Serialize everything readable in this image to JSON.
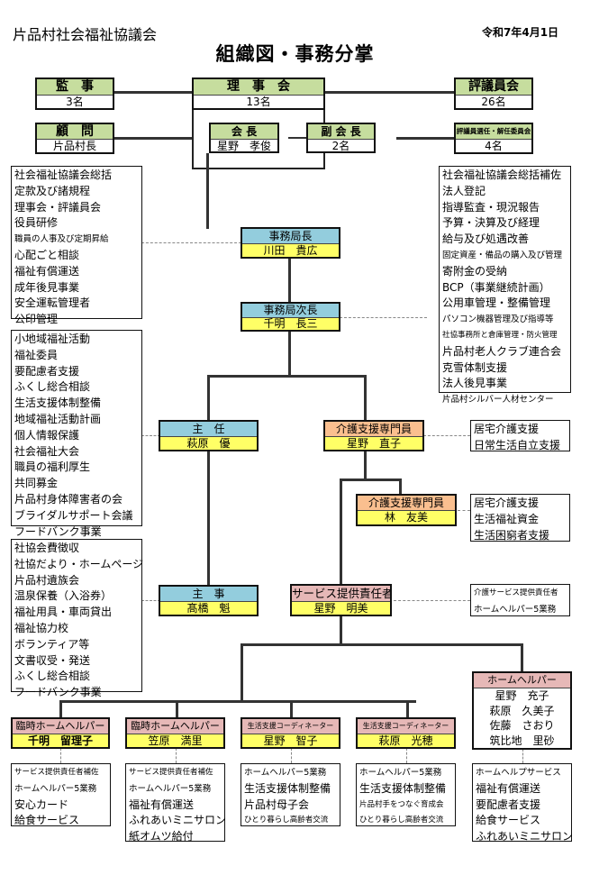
{
  "header": {
    "organization": "片品村社会福祉協議会",
    "date": "令和7年4月1日",
    "title": "組織図・事務分掌"
  },
  "colors": {
    "board": "#c6dd9e",
    "office_title": "#93cddd",
    "care_title": "#fabf8f",
    "helper_title": "#e6b8b7",
    "name_fill": "#ffff66"
  },
  "top": {
    "auditor": {
      "title": "監　事",
      "value": "3名"
    },
    "board": {
      "title": "理　事　会",
      "value": "13名"
    },
    "councilors": {
      "title": "評議員会",
      "value": "26名"
    },
    "advisor": {
      "title": "顧　問",
      "value": "片品村長"
    },
    "chairman": {
      "title": "会 長",
      "value": "星野　孝俊"
    },
    "vice_chairman": {
      "title": "副 会 長",
      "value": "2名"
    },
    "selection_committee": {
      "title": "評議員選任・解任委員会",
      "value": "4名"
    }
  },
  "staff": {
    "director": {
      "title": "事務局長",
      "name": "川田　貴広"
    },
    "deputy": {
      "title": "事務局次長",
      "name": "千明　長三"
    },
    "chief": {
      "title": "主　任",
      "name": "萩原　優"
    },
    "care_manager1": {
      "title": "介護支援専門員",
      "name": "星野　直子"
    },
    "care_manager2": {
      "title": "介護支援専門員",
      "name": "林　友美"
    },
    "clerk": {
      "title": "主　事",
      "name": "髙橋　魁"
    },
    "service_lead": {
      "title": "サービス提供責任者",
      "name": "星野　明美"
    },
    "temp_helper1": {
      "title": "臨時ホームヘルパー",
      "name": "千明　留理子"
    },
    "temp_helper2": {
      "title": "臨時ホームヘルパー",
      "name": "笠原　満里"
    },
    "coordinator1": {
      "title": "生活支援コーディネーター",
      "name": "星野　智子"
    },
    "coordinator2": {
      "title": "生活支援コーディネーター",
      "name": "萩原　光穂"
    },
    "home_helpers": {
      "title": "ホームヘルパー",
      "names": [
        "星野　充子",
        "萩原　久美子",
        "佐藤　さおり",
        "筑比地　里砂"
      ]
    }
  },
  "duties": {
    "director": [
      "社会福祉協議会総括",
      "定款及び諸規程",
      "理事会・評議員会",
      "役員研修",
      "職員の人事及び定期昇給",
      "心配ごと相談",
      "福祉有償運送",
      "成年後見事業",
      "安全運転管理者",
      "公印管理"
    ],
    "deputy": [
      "社会福祉協議会総括補佐",
      "法人登記",
      "指導監査・現況報告",
      "予算・決算及び経理",
      "給与及び処遇改善",
      "固定資産・備品の購入及び管理",
      "寄附金の受納",
      "BCP（事業継続計画）",
      "公用車管理・整備管理",
      "パソコン機器管理及び指導等",
      "社協事務所と倉庫管理・防火管理",
      "片品村老人クラブ連合会",
      "克雪体制支援",
      "法人後見事業",
      "片品村シルバー人材センター"
    ],
    "chief": [
      "小地域福祉活動",
      "福祉委員",
      "要配慮者支援",
      "ふくし総合相談",
      "生活支援体制整備",
      "地域福祉活動計画",
      "個人情報保護",
      "社会福祉大会",
      "職員の福利厚生",
      "共同募金",
      "片品村身体障害者の会",
      "ブライダルサポート会議",
      "フードバンク事業"
    ],
    "care_manager1": [
      "居宅介護支援",
      "日常生活自立支援"
    ],
    "care_manager2": [
      "居宅介護支援",
      "生活福祉資金",
      "生活困窮者支援"
    ],
    "clerk": [
      "社協会費徴収",
      "社協だより・ホームページ",
      "片品村遺族会",
      "温泉保養（入浴券）",
      "福祉用具・車両貸出",
      "福祉協力校",
      "ボランティア等",
      "文書収受・発送",
      "ふくし総合相談",
      "フードバンク事業"
    ],
    "service_lead": [
      "介護サービス提供責任者",
      "ホームヘルパー5業務"
    ],
    "temp_helper1": [
      "サービス提供責任者補佐",
      "ホームヘルパー5業務",
      "安心カード",
      "給食サービス"
    ],
    "temp_helper2": [
      "サービス提供責任者補佐",
      "ホームヘルパー5業務",
      "福祉有償運送",
      "ふれあいミニサロン",
      "紙オムツ給付"
    ],
    "coordinator1": [
      "ホームヘルパー5業務",
      "生活支援体制整備",
      "片品村母子会",
      "ひとり暮らし高齢者交流"
    ],
    "coordinator2": [
      "ホームヘルパー5業務",
      "生活支援体制整備",
      "片品村手をつなぐ育成会",
      "ひとり暮らし高齢者交流"
    ],
    "home_helpers": [
      "ホームヘルプサービス",
      "福祉有償運送",
      "要配慮者支援",
      "給食サービス",
      "ふれあいミニサロン"
    ]
  }
}
